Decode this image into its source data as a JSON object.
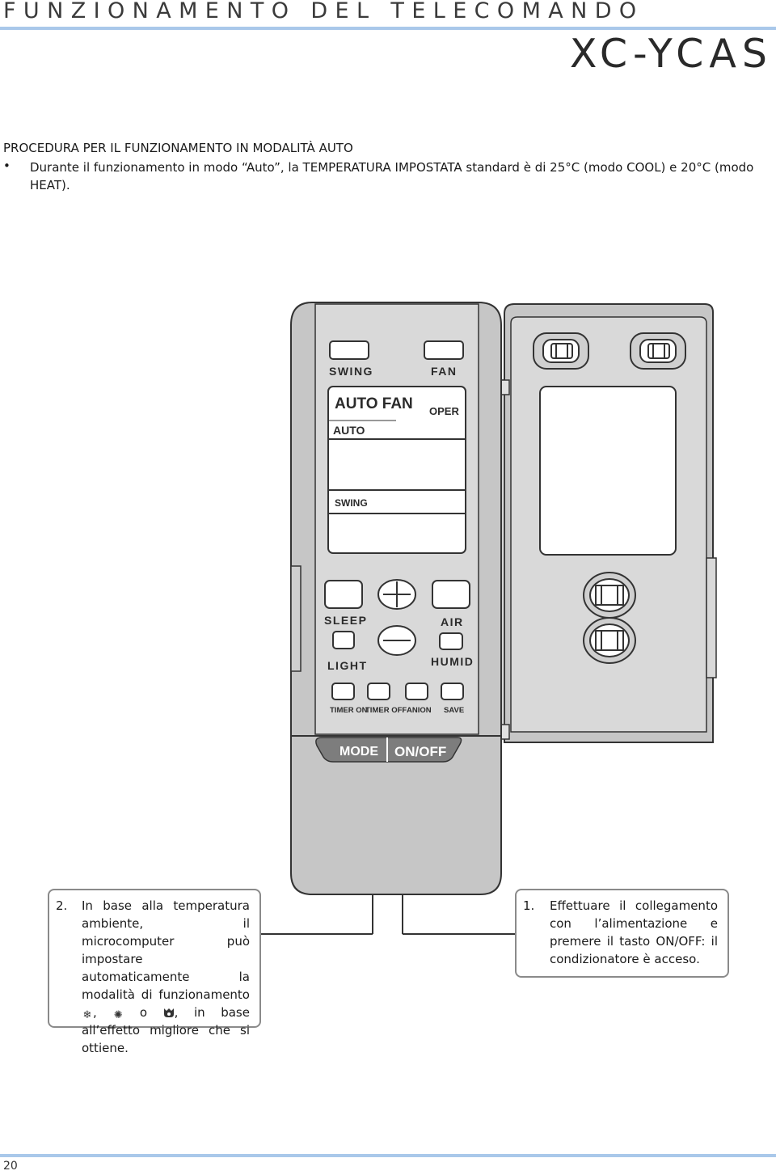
{
  "header": {
    "title": "FUNZIONAMENTO DEL TELECOMANDO",
    "model": "XC-YCAS",
    "accent_color": "#a9c8ea"
  },
  "section": {
    "heading": "PROCEDURA PER IL FUNZIONAMENTO IN MODALITÀ AUTO",
    "bullet": "•",
    "bullet_text": "Durante il funzionamento in modo “Auto”, la TEMPERATURA IMPOSTATA standard è di 25°C (modo COOL) e 20°C (modo HEAT)."
  },
  "remote": {
    "swing": "SWING",
    "fan": "FAN",
    "display_auto_fan": "AUTO FAN",
    "display_oper": "OPER",
    "display_auto": "AUTO",
    "display_swing": "SWING",
    "sleep": "SLEEP",
    "air": "AIR",
    "light": "LIGHT",
    "humid": "HUMID",
    "timer_on": "TIMER ON",
    "timer_off": "TIMER OFF",
    "anion": "ANION",
    "save": "SAVE",
    "mode": "MODE",
    "on_off": "ON/OFF"
  },
  "callout_2": {
    "number": "2.",
    "text_before": "In base alla temperatura ambiente, il microcomputer può impostare automaticamente la modalità di funzionamento",
    "sep1": ",",
    "sep2": "o",
    "text_after": ", in base all’effetto migliore che si ottiene.",
    "icons": [
      "cool-snowflake-icon",
      "heat-sun-icon",
      "fan-only-icon"
    ]
  },
  "callout_1": {
    "number": "1.",
    "text": "Effettuare il collegamento con l’alimentazione e premere il tasto ON/OFF: il condizionatore è acceso."
  },
  "footer": {
    "page_number": "20"
  }
}
